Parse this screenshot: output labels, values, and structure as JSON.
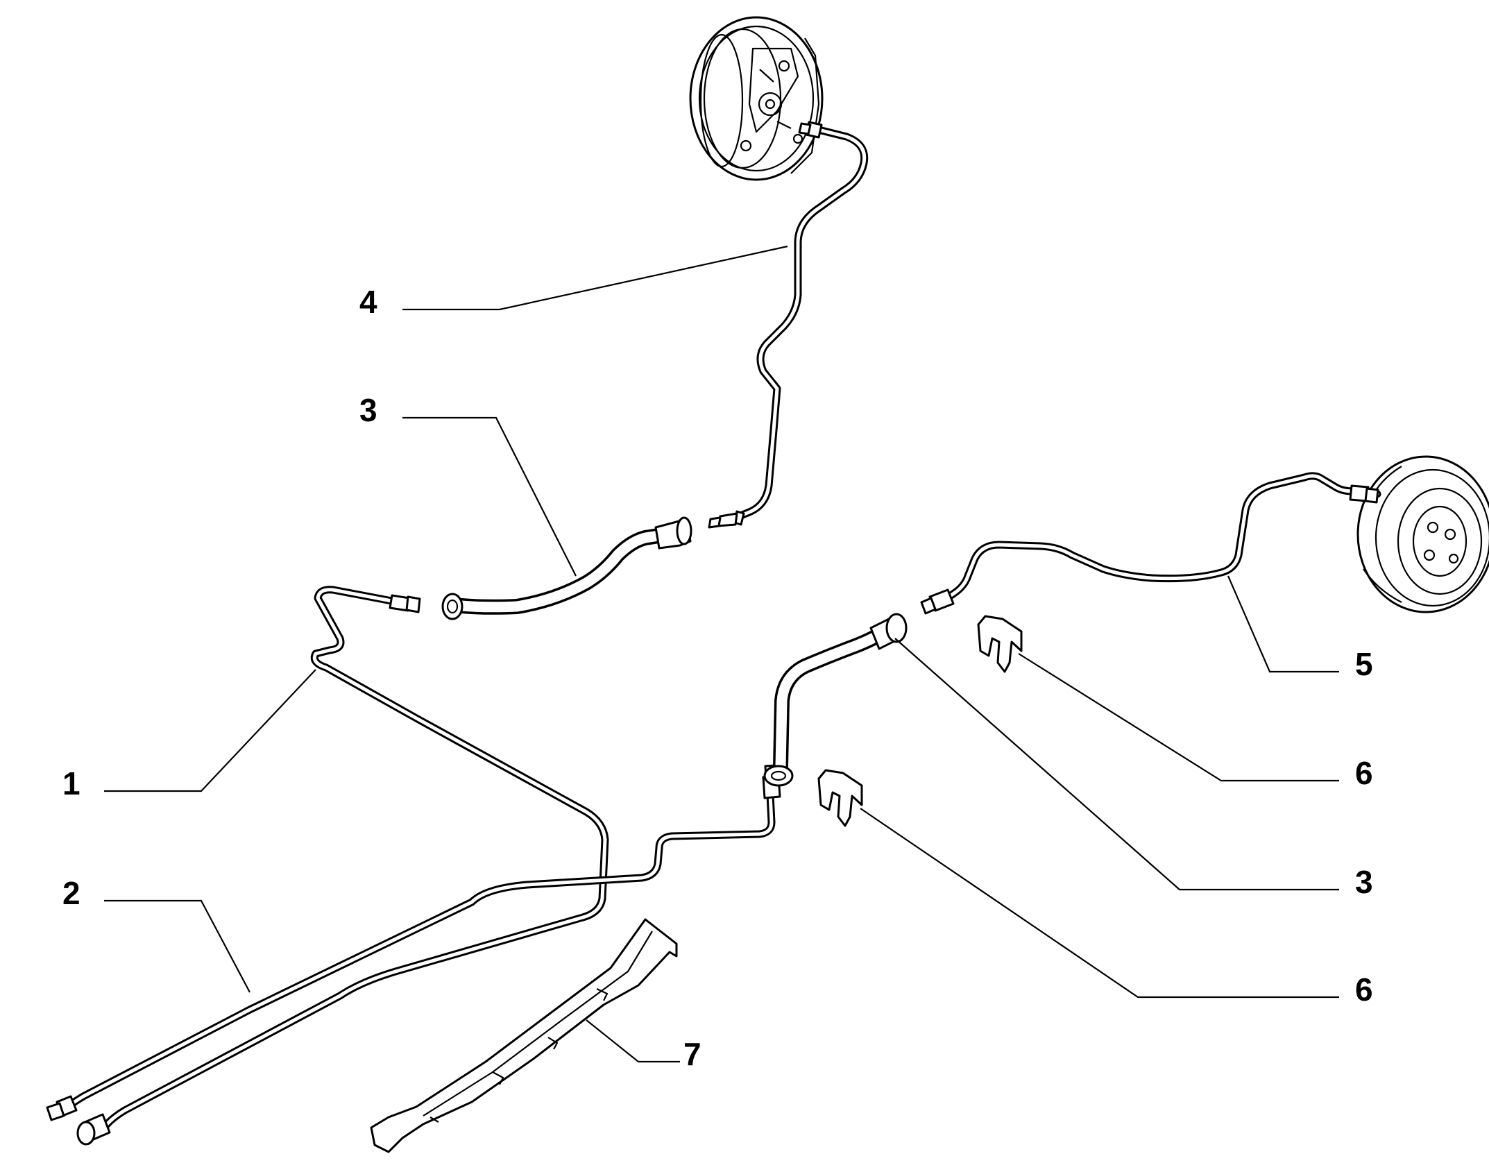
{
  "callouts": [
    {
      "key": "c1",
      "label": "1"
    },
    {
      "key": "c2",
      "label": "2"
    },
    {
      "key": "c3a",
      "label": "3"
    },
    {
      "key": "c3b",
      "label": "3"
    },
    {
      "key": "c4",
      "label": "4"
    },
    {
      "key": "c5",
      "label": "5"
    },
    {
      "key": "c6a",
      "label": "6"
    },
    {
      "key": "c6b",
      "label": "6"
    },
    {
      "key": "c7",
      "label": "7"
    }
  ]
}
